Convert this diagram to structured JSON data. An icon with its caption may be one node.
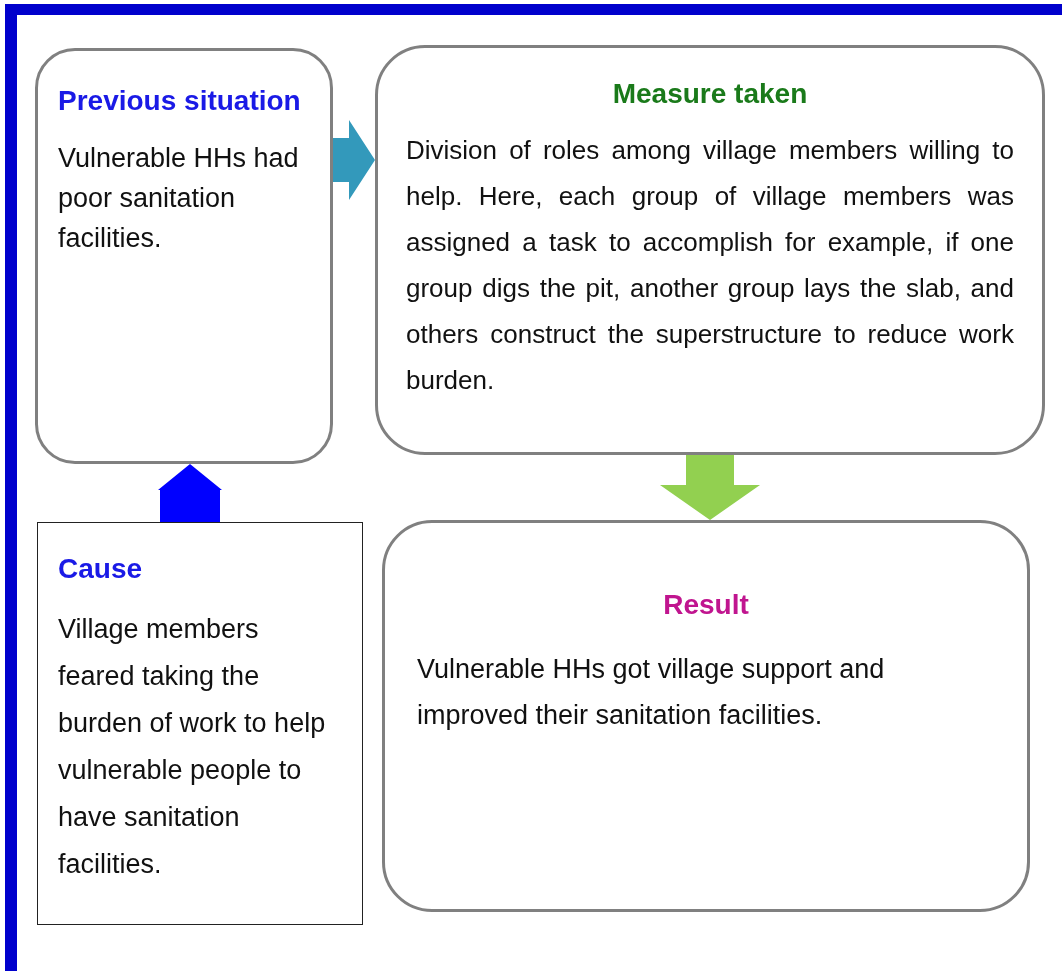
{
  "diagram": {
    "nodes": [
      {
        "text": [
          "Previous situation",
          "Vulnerable HHs had poor sanitation facilities."
        ]
      },
      {
        "text": [
          "Measure taken",
          "Division of roles among village members willing to help. Here, each group of village members was assigned a task to accomplish for example, if one group digs the pit, another group lays the slab, and others construct the superstructure to reduce work burden."
        ]
      },
      {
        "text": [
          "Cause",
          "Village members feared taking the burden of work to help vulnerable people to have sanitation facilities."
        ]
      },
      {
        "text": [
          "Result",
          "Vulnerable HHs got village support and improved their sanitation facilities."
        ]
      }
    ],
    "edges": [
      {
        "from": 2,
        "to": 0,
        "arrow": "to",
        "style": "thick",
        "color": "#0000ff"
      },
      {
        "from": 0,
        "to": 1,
        "arrow": "to",
        "style": "thick",
        "color": "#3399bb"
      },
      {
        "from": 1,
        "to": 3,
        "arrow": "to",
        "style": "thick",
        "color": "#92d050"
      }
    ]
  }
}
